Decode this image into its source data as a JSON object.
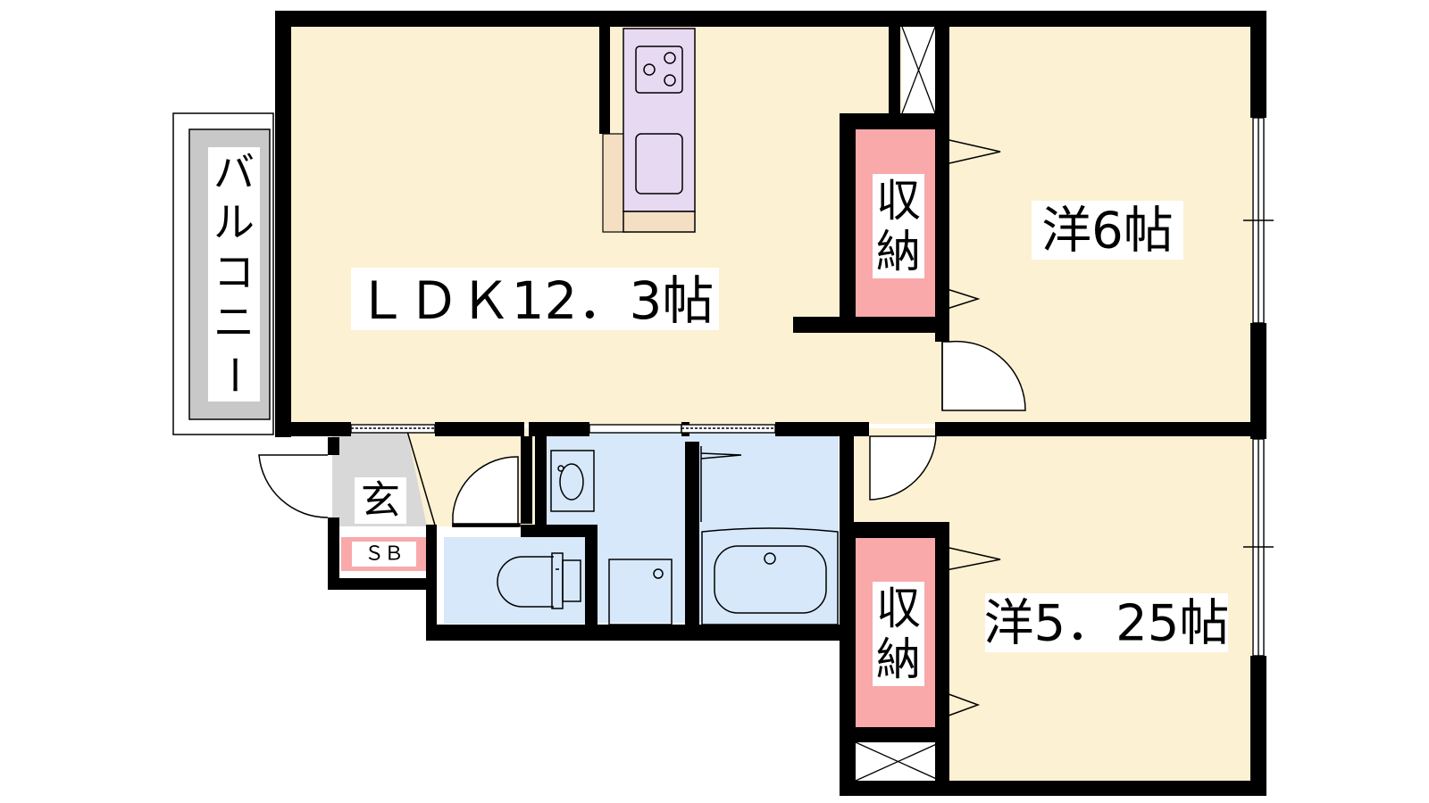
{
  "rooms": {
    "ldk": {
      "label": "ＬＤＫ12．3帖"
    },
    "western_a": {
      "label": "洋6帖"
    },
    "western_b": {
      "label": "洋5．25帖"
    },
    "storage_a": {
      "label_line1": "収",
      "label_line2": "納"
    },
    "storage_b": {
      "label_line1": "収",
      "label_line2": "納"
    },
    "entrance": {
      "label": "玄"
    },
    "shoe_box": {
      "label": "ＳＢ"
    },
    "balcony": {
      "chars": [
        "バ",
        "ル",
        "コ",
        "ニ",
        "ー"
      ]
    }
  },
  "colors": {
    "room_floor": "#fdf1d3",
    "wet_area": "#d6e8fa",
    "storage": "#f9a9aa",
    "kitchen": "#e7d9f2",
    "counter": "#f4dfc3",
    "balcony": "#c8c8c8",
    "entrance_floor": "#d8d8d8",
    "wall": "#000000"
  },
  "icons": [
    "stove-icon",
    "sink-icon",
    "washbasin-icon",
    "toilet-icon",
    "bathtub-icon",
    "washer-pan-icon"
  ]
}
